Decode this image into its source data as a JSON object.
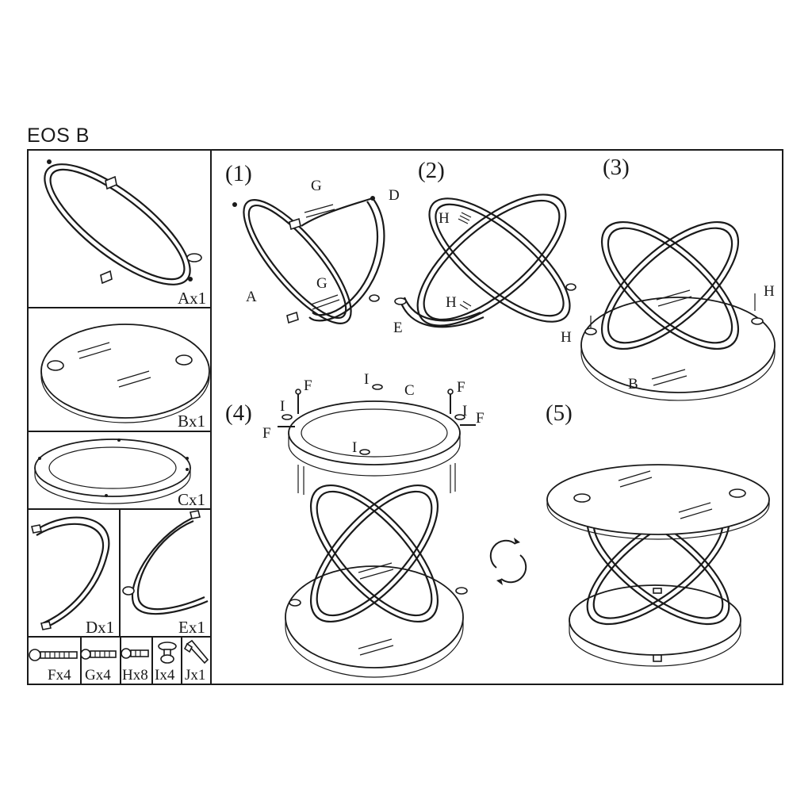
{
  "title": "EOS B",
  "parts": {
    "a": "Ax1",
    "b": "Bx1",
    "c": "Cx1",
    "d": "Dx1",
    "e": "Ex1"
  },
  "hardware": {
    "f": "Fx4",
    "g": "Gx4",
    "h": "Hx8",
    "i": "Ix4",
    "j": "Jx1"
  },
  "steps": [
    "(1)",
    "(2)",
    "(3)",
    "(4)",
    "(5)"
  ],
  "callouts": {
    "step1": {
      "g_top": "G",
      "d": "D",
      "g_mid": "G",
      "a": "A"
    },
    "step2": {
      "h_top": "H",
      "h_bottom": "H",
      "e": "E"
    },
    "step3": {
      "h_right": "H",
      "h_left": "H",
      "b": "B"
    },
    "step4": {
      "f_left_top": "F",
      "i_left": "I",
      "f_left": "F",
      "i_top": "I",
      "c": "C",
      "f_right_top": "F",
      "i_right": "I",
      "f_right": "F",
      "i_front": "I"
    }
  },
  "icons": [
    "rotate-arrows-icon",
    "allen-key-icon",
    "bolt-icon",
    "leveling-foot-icon"
  ]
}
